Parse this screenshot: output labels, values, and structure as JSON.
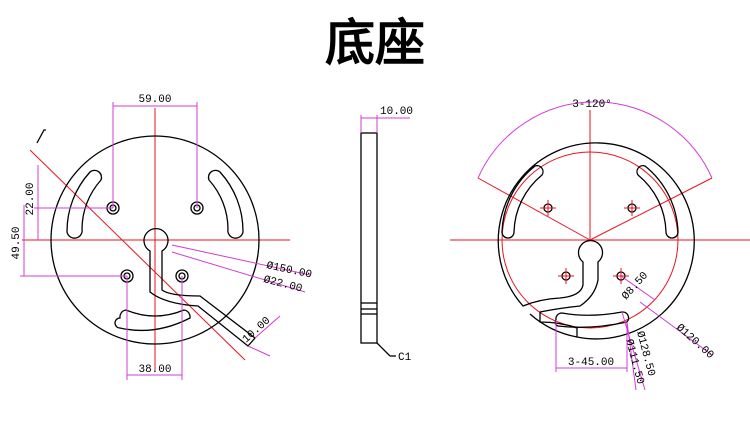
{
  "title": "底座",
  "front_view": {
    "dim_width_top": "59.00",
    "dim_vertical_1": "22.00",
    "dim_vertical_2": "49.50",
    "dim_outer_dia": "Ø150.00",
    "dim_center_dia": "Ø22.00",
    "dim_slot": "10.00",
    "dim_width_bottom": "38.00"
  },
  "side_view": {
    "dim_thickness": "10.00",
    "dim_chamfer": "C1"
  },
  "rear_view": {
    "dim_angle": "3-120°",
    "dim_hole": "Ø8.50",
    "dim_outer": "Ø120.00",
    "dim_slot_dia_1": "Ø128.50",
    "dim_slot_dia_2": "Ø111.50",
    "dim_arc": "3-45.00"
  }
}
